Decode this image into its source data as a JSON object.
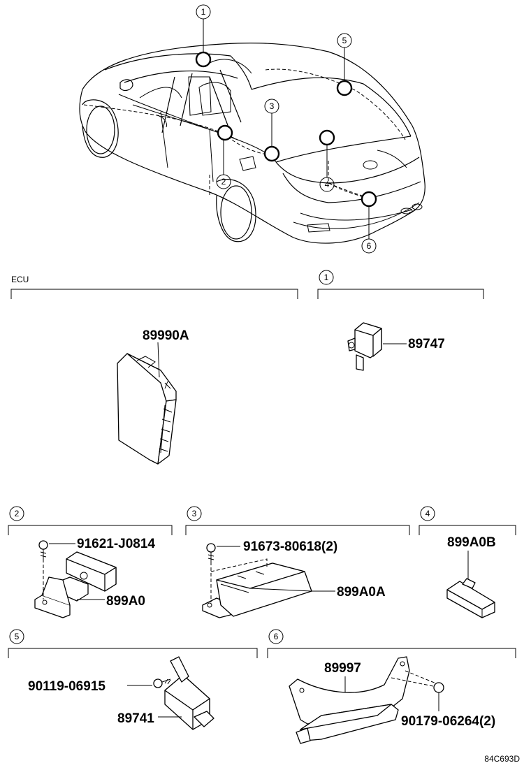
{
  "sections": {
    "ecu": {
      "label": "ECU"
    },
    "s1": {
      "callout": "1"
    },
    "s2": {
      "callout": "2"
    },
    "s3": {
      "callout": "3"
    },
    "s4": {
      "callout": "4"
    },
    "s5": {
      "callout": "5"
    },
    "s6": {
      "callout": "6"
    }
  },
  "car_callouts": [
    "1",
    "5",
    "3",
    "2",
    "4",
    "6"
  ],
  "parts": {
    "p89990A": "89990A",
    "p89747": "89747",
    "p91621": "91621-J0814",
    "p899A0": "899A0",
    "p91673": "91673-80618(2)",
    "p899A0A": "899A0A",
    "p899A0B": "899A0B",
    "p90119": "90119-06915",
    "p89741": "89741",
    "p89997": "89997",
    "p90179": "90179-06264(2)"
  },
  "diagram_code": "84C693D"
}
